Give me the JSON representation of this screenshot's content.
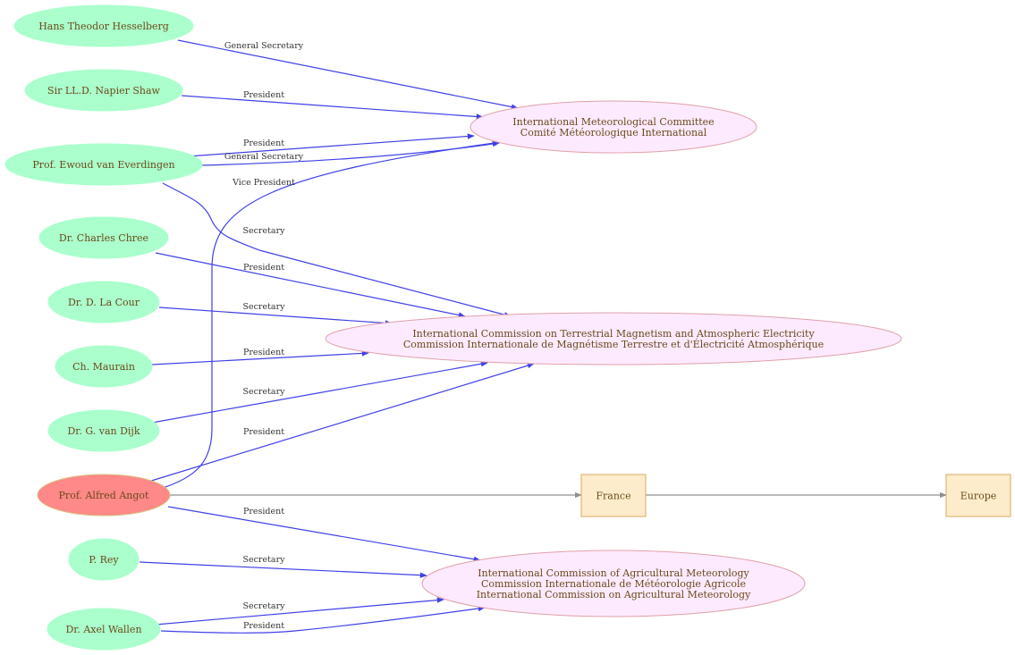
{
  "colors": {
    "person_fill": "#aaffcc",
    "focus_fill": "#ff8888",
    "focus_stroke": "#d8c080",
    "org_fill": "#fdeaff",
    "org_stroke": "#e0a0a8",
    "place_fill": "#fdeccb",
    "place_stroke": "#d9a860",
    "role_edge": "#4040e8",
    "place_edge": "#909090",
    "node_text": "#6b4a1a"
  },
  "people": [
    {
      "id": "hesselberg",
      "label": "Hans Theodor Hesselberg"
    },
    {
      "id": "shaw",
      "label": "Sir LL.D. Napier Shaw"
    },
    {
      "id": "everdingen",
      "label": "Prof. Ewoud van Everdingen"
    },
    {
      "id": "chree",
      "label": "Dr. Charles Chree"
    },
    {
      "id": "lacour",
      "label": "Dr. D.  La Cour"
    },
    {
      "id": "maurain",
      "label": "Ch. Maurain"
    },
    {
      "id": "vandijk",
      "label": "Dr. G. van Dijk"
    },
    {
      "id": "angot",
      "label": "Prof. Alfred Angot",
      "focus": true
    },
    {
      "id": "rey",
      "label": "P. Rey"
    },
    {
      "id": "wallen",
      "label": "Dr. Axel Wallen"
    }
  ],
  "organizations": [
    {
      "id": "imc",
      "lines": [
        "International Meteorological Committee",
        "Comité Météorologique International"
      ]
    },
    {
      "id": "ictm",
      "lines": [
        "International Commission on Terrestrial Magnetism and Atmospheric Electricity",
        "Commission Internationale de Magnétisme Terrestre et d'Électricité Atmosphérique"
      ]
    },
    {
      "id": "icam",
      "lines": [
        "International Commission of Agricultural Meteorology",
        "Commission Internationale de Météorologie Agricole",
        "International Commission on Agricultural Meteorology"
      ]
    }
  ],
  "places": [
    {
      "id": "france",
      "label": "France"
    },
    {
      "id": "europe",
      "label": "Europe"
    }
  ],
  "edges": [
    {
      "from": "hesselberg",
      "to": "imc",
      "label": "General Secretary"
    },
    {
      "from": "shaw",
      "to": "imc",
      "label": "President"
    },
    {
      "from": "everdingen",
      "to": "imc",
      "label": "President"
    },
    {
      "from": "everdingen",
      "to": "imc",
      "label": "General Secretary"
    },
    {
      "from": "angot",
      "to": "imc",
      "label": "Vice President"
    },
    {
      "from": "everdingen",
      "to": "ictm",
      "label": "Secretary"
    },
    {
      "from": "chree",
      "to": "ictm",
      "label": "President"
    },
    {
      "from": "lacour",
      "to": "ictm",
      "label": "Secretary"
    },
    {
      "from": "maurain",
      "to": "ictm",
      "label": "President"
    },
    {
      "from": "vandijk",
      "to": "ictm",
      "label": "Secretary"
    },
    {
      "from": "angot",
      "to": "ictm",
      "label": "President"
    },
    {
      "from": "angot",
      "to": "france",
      "label": ""
    },
    {
      "from": "france",
      "to": "europe",
      "label": ""
    },
    {
      "from": "angot",
      "to": "icam",
      "label": "President"
    },
    {
      "from": "rey",
      "to": "icam",
      "label": "Secretary"
    },
    {
      "from": "wallen",
      "to": "icam",
      "label": "Secretary"
    },
    {
      "from": "wallen",
      "to": "icam",
      "label": "President"
    }
  ]
}
